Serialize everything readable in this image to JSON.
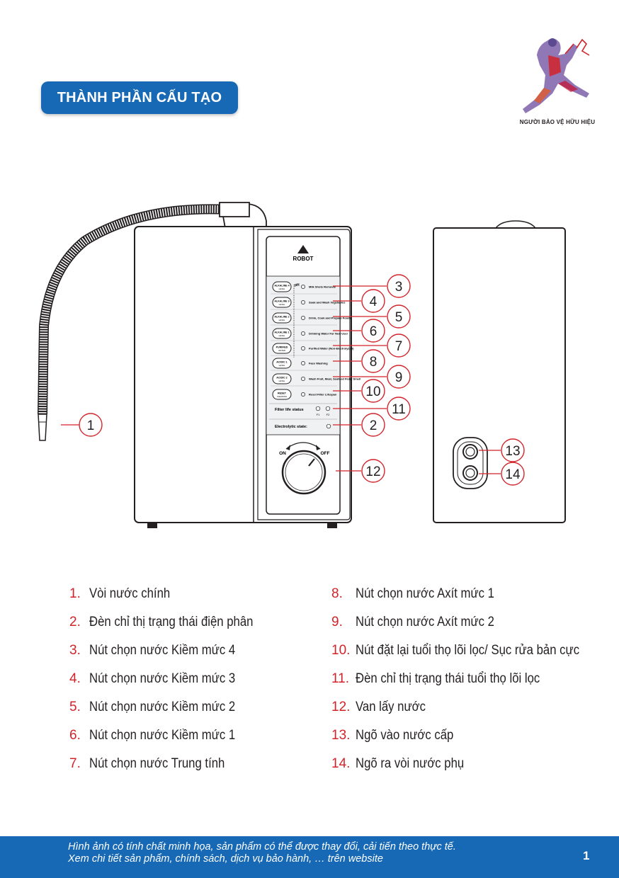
{
  "header": {
    "title": "THÀNH PHẦN CẤU TẠO",
    "logo_icon": "athlete-figure-logo",
    "logo_caption": "NGƯỜI BẢO VỆ HỮU HIỆU"
  },
  "colors": {
    "brand_blue": "#1769b6",
    "callout_red": "#d2232a",
    "text": "#231f20"
  },
  "diagram": {
    "panel": {
      "brand": "ROBOT",
      "ph_label": "pH",
      "buttons": [
        {
          "label": "ALKALINE 4",
          "sub": "LEVEL",
          "desc": "Milk Shots Removal"
        },
        {
          "label": "ALKALINE 3",
          "sub": "LEVEL",
          "desc": "Soak and Wash Vegetables"
        },
        {
          "label": "ALKALINE 2",
          "sub": "LEVEL",
          "desc": "Drink, Cook and Prepare Foods"
        },
        {
          "label": "ALKALINE 1",
          "sub": "LEVEL",
          "desc": "Drinking Water For New User"
        },
        {
          "label": "PURIFIED",
          "sub": "WATER",
          "desc": "Purified Water (Non-Electrolyzed)"
        },
        {
          "label": "ACIDIC 1",
          "sub": "LEVEL",
          "desc": "Face Washing"
        },
        {
          "label": "ACIDIC 2",
          "sub": "LEVEL",
          "desc": "Wash Fruit, Meat, Seafood Fishy Smell"
        },
        {
          "label": "RESET",
          "sub": "CLEANING",
          "desc": "Reset Filter Lifespan"
        }
      ],
      "filter_status_label": "Filter life status",
      "filter_indicators": [
        "F1",
        "F2"
      ],
      "electrolytic_label": "Electrolytic state:",
      "knob_on": "ON",
      "knob_off": "OFF"
    },
    "callouts": [
      "1",
      "2",
      "3",
      "4",
      "5",
      "6",
      "7",
      "8",
      "9",
      "10",
      "11",
      "12",
      "13",
      "14"
    ]
  },
  "list": {
    "left": [
      {
        "num": "1.",
        "text": "Vòi nước chính"
      },
      {
        "num": "2.",
        "text": "Đèn chỉ thị trạng thái điện phân"
      },
      {
        "num": "3.",
        "text": "Nút chọn nước Kiềm mức 4"
      },
      {
        "num": "4.",
        "text": "Nút chọn nước Kiềm mức 3"
      },
      {
        "num": "5.",
        "text": "Nút chọn nước Kiềm mức 2"
      },
      {
        "num": "6.",
        "text": "Nút chọn nước Kiềm mức 1"
      },
      {
        "num": "7.",
        "text": "Nút chọn nước Trung tính"
      }
    ],
    "right": [
      {
        "num": "8.",
        "text": "Nút chọn nước Axít mức 1"
      },
      {
        "num": "9.",
        "text": "Nút chọn nước Axít mức 2"
      },
      {
        "num": "10.",
        "text": "Nút đặt lại tuổi thọ lõi lọc/ Sục rửa bản cực"
      },
      {
        "num": "11.",
        "text": "Đèn chỉ thị trạng thái tuổi thọ lõi lọc"
      },
      {
        "num": "12.",
        "text": "Van lấy nước"
      },
      {
        "num": "13.",
        "text": "Ngõ vào nước cấp"
      },
      {
        "num": "14.",
        "text": "Ngõ ra vòi nước phụ"
      }
    ]
  },
  "footer": {
    "line1": "Hình ảnh có tính chất minh họa, sản phẩm có thể được thay đổi, cải tiến theo thực tế.",
    "line2": "Xem chi tiết sản phẩm, chính sách, dịch vụ bảo hành, … trên website",
    "page_number": "1"
  }
}
